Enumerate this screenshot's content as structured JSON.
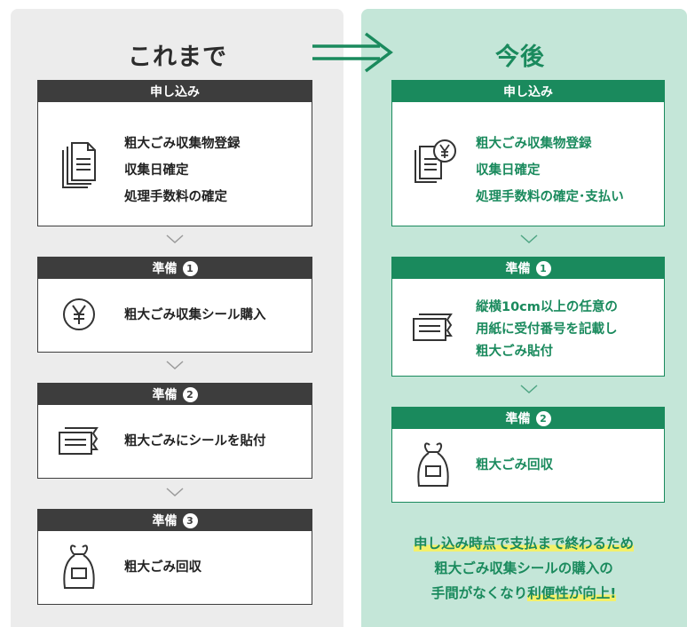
{
  "left": {
    "title": "これまで",
    "cards": [
      {
        "header": "申し込み",
        "lines": [
          "粗大ごみ収集物登録",
          "収集日確定",
          "処理手数料の確定"
        ]
      },
      {
        "header": "準備",
        "num": "1",
        "lines": [
          "粗大ごみ収集シール購入"
        ]
      },
      {
        "header": "準備",
        "num": "2",
        "lines": [
          "粗大ごみにシールを貼付"
        ]
      },
      {
        "header": "準備",
        "num": "3",
        "lines": [
          "粗大ごみ回収"
        ]
      }
    ]
  },
  "right": {
    "title": "今後",
    "cards": [
      {
        "header": "申し込み",
        "lines": [
          "粗大ごみ収集物登録",
          "収集日確定",
          "処理手数料の確定･支払い"
        ]
      },
      {
        "header": "準備",
        "num": "1",
        "lines": [
          "縦横10cm以上の任意の",
          "用紙に受付番号を記載し",
          "粗大ごみ貼付"
        ]
      },
      {
        "header": "準備",
        "num": "2",
        "lines": [
          "粗大ごみ回収"
        ]
      }
    ],
    "summary": {
      "line1": "申し込み時点で支払まで終わるため",
      "line2": "粗大ごみ収集シールの購入の",
      "line3_plain": "手間がなくなり",
      "line3_highlight": "利便性が向上!"
    }
  },
  "colors": {
    "dark": "#3d3d3d",
    "green": "#1a8a5d",
    "left_bg": "#ececec",
    "right_bg": "#c4e6d8",
    "highlight": "#f3f06a"
  },
  "icons": [
    "documents-icon",
    "yen-coin-icon",
    "sticker-icon",
    "garbage-bag-icon",
    "document-yen-icon"
  ]
}
